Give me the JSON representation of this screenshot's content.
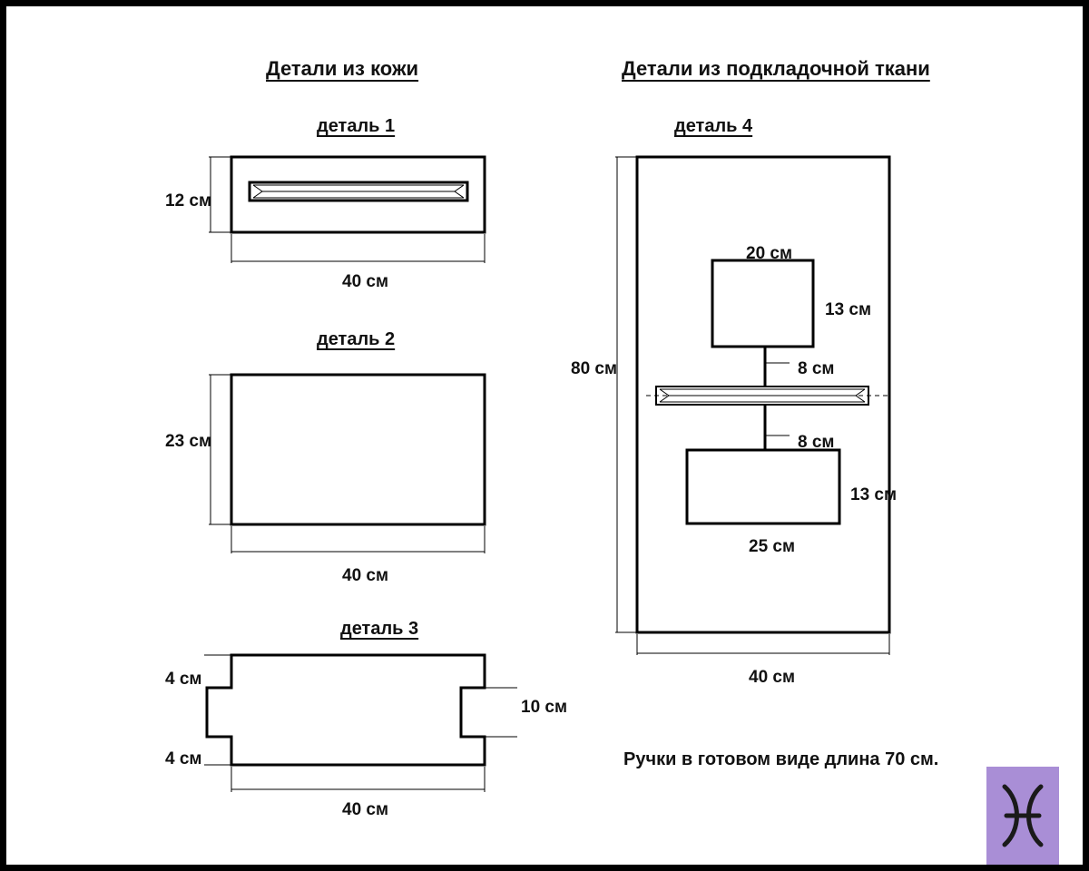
{
  "headings": {
    "leather": "Детали из кожи",
    "lining": "Детали из подкладочной ткани"
  },
  "parts": {
    "p1": {
      "title": "деталь 1",
      "height": "12 см",
      "width": "40 см"
    },
    "p2": {
      "title": "деталь 2",
      "height": "23 см",
      "width": "40 см"
    },
    "p3": {
      "title": "деталь 3",
      "top": "4 см",
      "bottom": "4 см",
      "cutout": "10 см",
      "width": "40 см"
    },
    "p4": {
      "title": "деталь 4",
      "height": "80 см",
      "width": "40 см",
      "pocket_top_width": "20 см",
      "pocket_top_height": "13 см",
      "gap_top": "8 см",
      "gap_bottom": "8 см",
      "pocket_bottom_height": "13 см",
      "pocket_bottom_width": "25 см"
    }
  },
  "note": "Ручки в готовом виде длина 70 см.",
  "logo": {
    "icon": "pisces-icon",
    "color": "#a98ed6"
  }
}
